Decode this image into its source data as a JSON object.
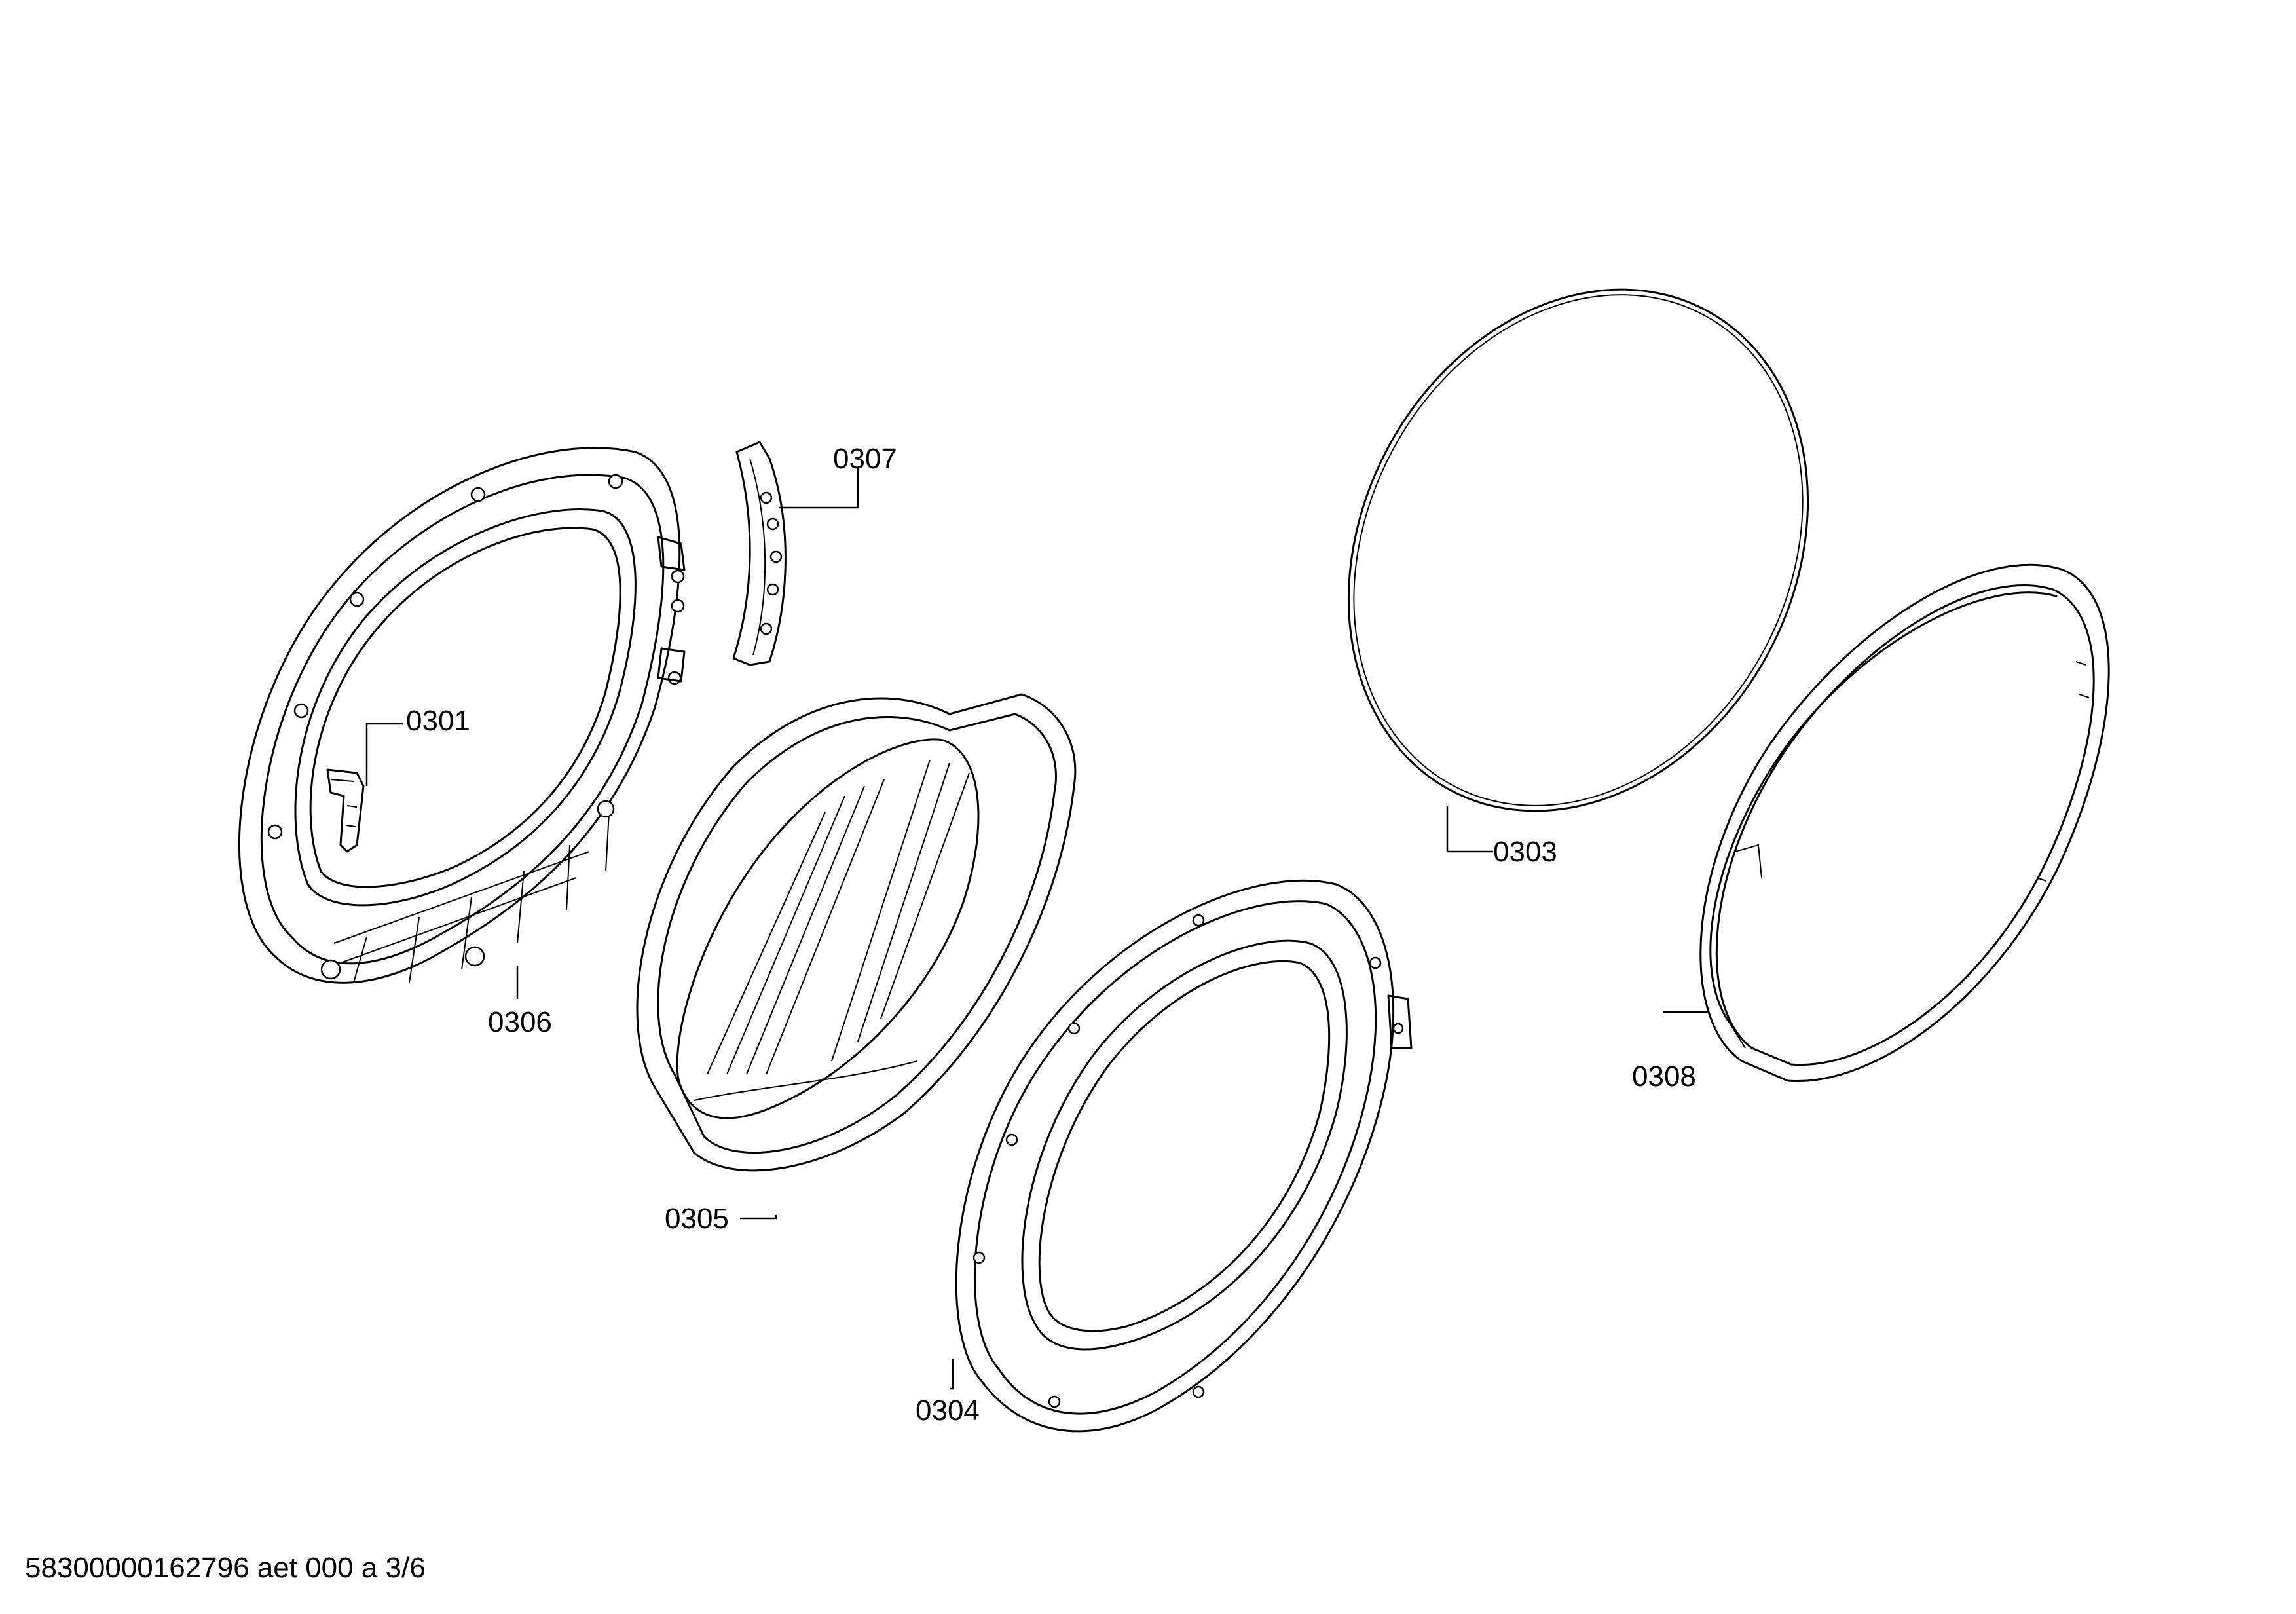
{
  "labels": {
    "p0301": "0301",
    "p0303": "0303",
    "p0304": "0304",
    "p0305": "0305",
    "p0306": "0306",
    "p0307": "0307",
    "p0308": "0308"
  },
  "footer": "58300000162796 aet 000 a 3/6"
}
